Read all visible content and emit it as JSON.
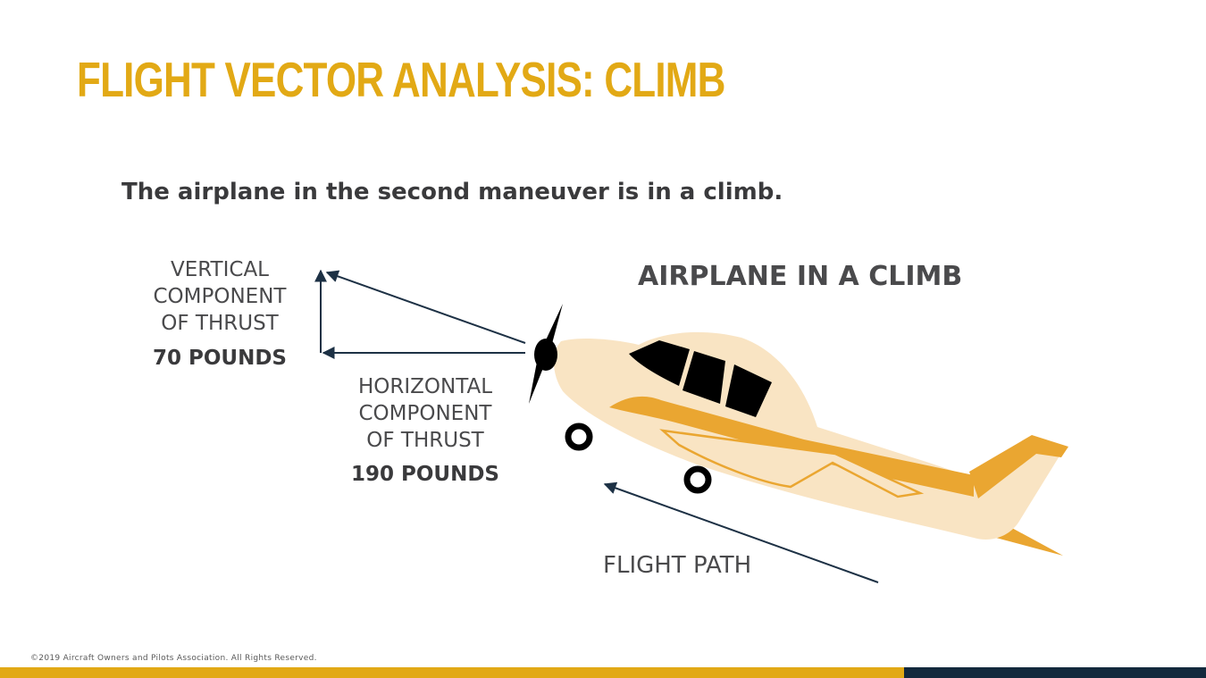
{
  "title": "FLIGHT VECTOR ANALYSIS: CLIMB",
  "subtitle": "The airplane in the second maneuver is in a climb.",
  "diagram": {
    "heading": "AIRPLANE IN A CLIMB",
    "vertical_component": {
      "label_lines": [
        "VERTICAL",
        "COMPONENT",
        "OF THRUST"
      ],
      "value": "70 POUNDS"
    },
    "horizontal_component": {
      "label_lines": [
        "HORIZONTAL",
        "COMPONENT",
        "OF THRUST"
      ],
      "value": "190 POUNDS"
    },
    "flight_path_label": "FLIGHT PATH"
  },
  "footer": {
    "copyright": "©2019 Aircraft Owners and Pilots Association. All Rights Reserved."
  },
  "colors": {
    "title_gold": "#E2A915",
    "fuselage_cream": "#F9E4C3",
    "stripe_gold": "#EAA631",
    "arrow_navy": "#1d3145",
    "footer_navy": "#13293D"
  }
}
